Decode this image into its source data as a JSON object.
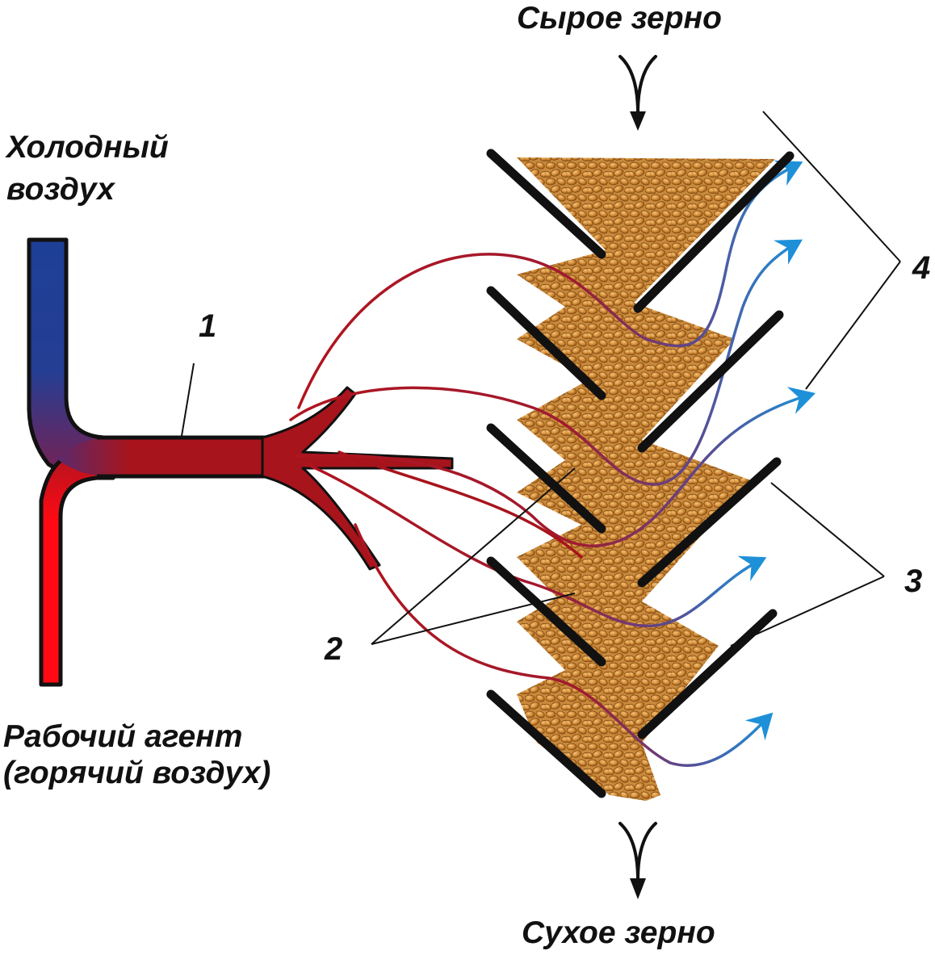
{
  "labels": {
    "raw_grain": "Сырое зерно",
    "dry_grain": "Сухое зерно",
    "cold_air_line1": "Холодный",
    "cold_air_line2": "воздух",
    "working_agent_line1": "Рабочий агент",
    "working_agent_line2": "(горячий воздух)"
  },
  "callouts": {
    "n1": "1",
    "n2": "2",
    "n3": "3",
    "n4": "4"
  },
  "colors": {
    "cold": "#1e3f96",
    "mixed": "#a8141c",
    "hot": "#ff0a14",
    "exhaust": "#1e90d8",
    "baffle": "#111111",
    "grain": "#c47a2a"
  }
}
